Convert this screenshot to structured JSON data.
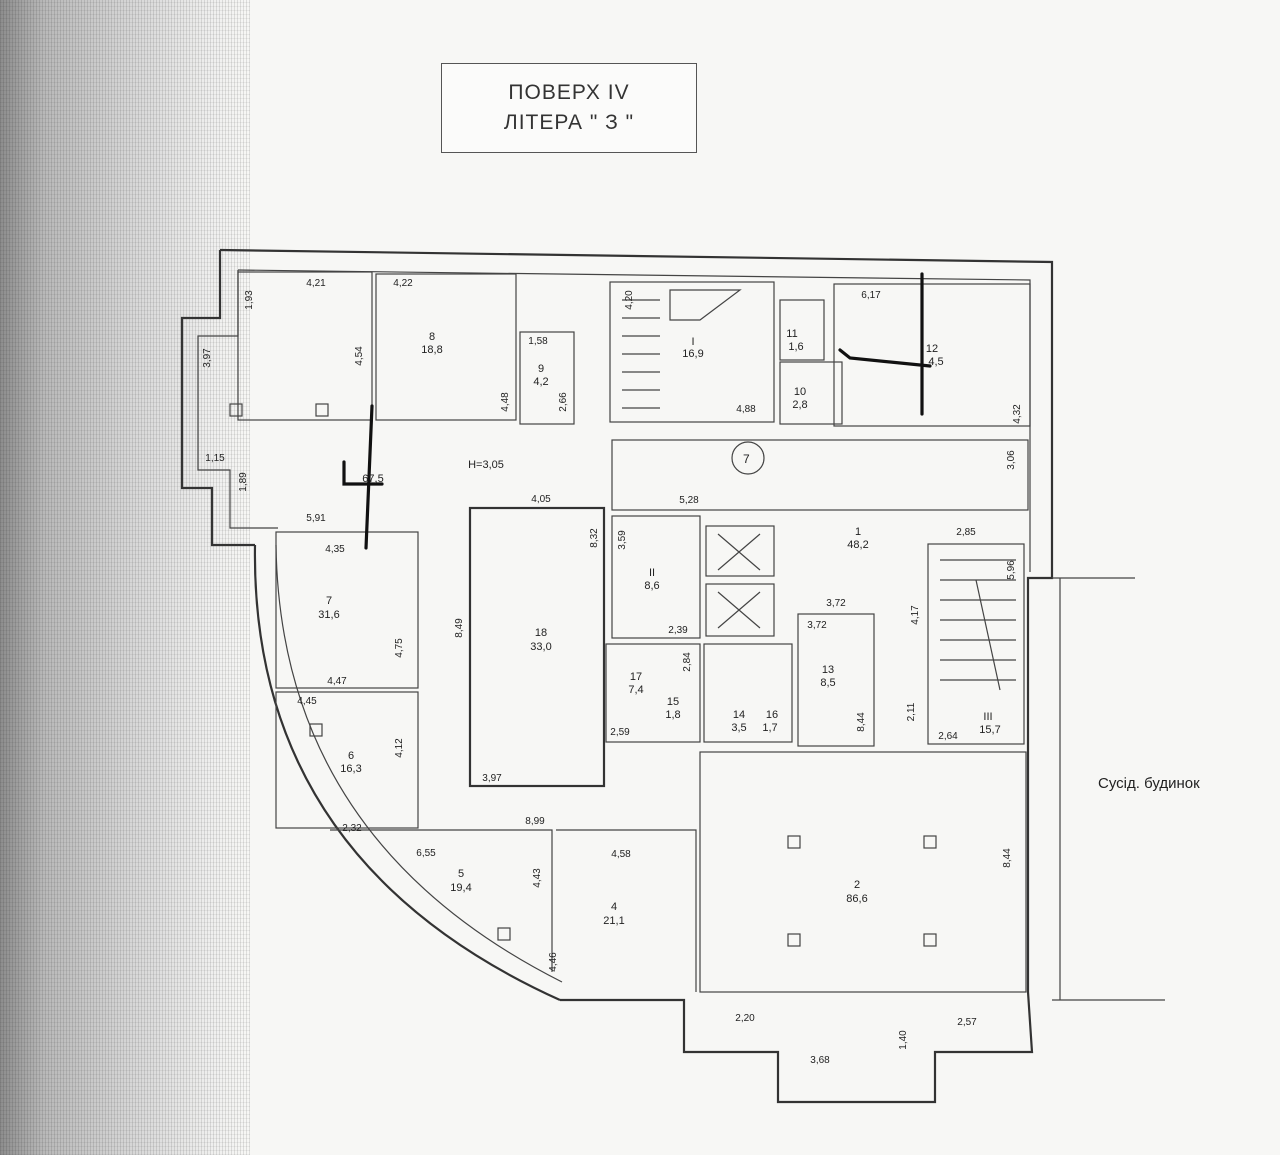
{
  "header": {
    "line1": "ПОВЕРХ  IV",
    "line2": "ЛІТЕРА \" З \""
  },
  "neighbor_label": "Сусід. будинок",
  "ceiling_height": "Н=3,05",
  "rooms": [
    {
      "num": "8",
      "area": "18,8"
    },
    {
      "num": "9",
      "area": "4,2"
    },
    {
      "num": "I",
      "area": "16,9"
    },
    {
      "num": "11",
      "area": "1,6"
    },
    {
      "num": "10",
      "area": "2,8"
    },
    {
      "num": "12",
      "area": "4,5"
    },
    {
      "num": "1",
      "area": "48,2"
    },
    {
      "num": "II",
      "area": "8,6"
    },
    {
      "num": "18",
      "area": "33,0"
    },
    {
      "num": "7",
      "area": "31,6"
    },
    {
      "num": "6",
      "area": "16,3"
    },
    {
      "num": "17",
      "area": "7,4"
    },
    {
      "num": "15",
      "area": "1,8"
    },
    {
      "num": "14",
      "area": "3,5"
    },
    {
      "num": "16",
      "area": "1,7"
    },
    {
      "num": "13",
      "area": "8,5"
    },
    {
      "num": "III",
      "area": "15,7"
    },
    {
      "num": "5",
      "area": "19,4"
    },
    {
      "num": "4",
      "area": "21,1"
    },
    {
      "num": "2",
      "area": "86,6"
    }
  ],
  "corridor_area": "67,5",
  "circle_label": "7",
  "dims": [
    "4,21",
    "4,22",
    "1,93",
    "3,97",
    "4,54",
    "4,48",
    "1,15",
    "1,89",
    "1,58",
    "2,66",
    "4,20",
    "4,88",
    "6,17",
    "4,32",
    "3,06",
    "5,91",
    "4,35",
    "4,05",
    "5,28",
    "8,32",
    "3,59",
    "8,49",
    "2,85",
    "5,96",
    "2,39",
    "3,72",
    "3,72",
    "4,17",
    "4,75",
    "4,47",
    "2,84",
    "4,45",
    "4,12",
    "2,59",
    "8,44",
    "2,11",
    "2,64",
    "3,97",
    "2,32",
    "8,99",
    "6,55",
    "4,43",
    "4,58",
    "4,46",
    "8,44",
    "2,20",
    "2,57",
    "3,68",
    "1,40"
  ]
}
